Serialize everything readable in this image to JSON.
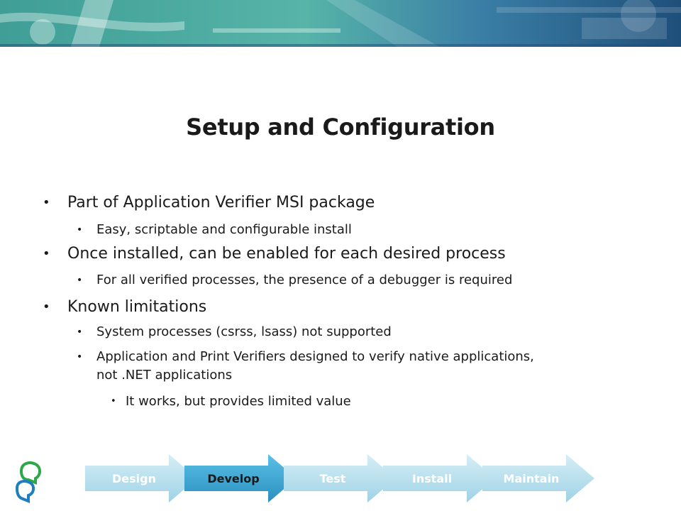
{
  "slide": {
    "title": "Setup and Configuration"
  },
  "bullets": [
    {
      "text": "Part of Application Verifier MSI package"
    },
    {
      "text": "Easy, scriptable and configurable install"
    },
    {
      "text": "Once installed, can be enabled for each desired process"
    },
    {
      "text": "For all verified processes, the presence of a debugger is required"
    },
    {
      "text": "Known limitations"
    },
    {
      "text": "System processes (csrss, lsass) not supported"
    },
    {
      "text": "Application and Print Verifiers designed to verify native applications,",
      "text2": "not .NET applications"
    },
    {
      "text": "It works, but provides limited value"
    }
  ],
  "lifecycle": {
    "stages": [
      "Design",
      "Develop",
      "Test",
      "Install",
      "Maintain"
    ],
    "active_index": 1
  },
  "colors": {
    "banner_dark": "#2b5d8a",
    "banner_light": "#4ab0a4",
    "arrow_pale": "#bfe1ee",
    "arrow_active": "#3aa3d0"
  },
  "icons": {
    "logo": "two-heads-logo-icon"
  }
}
